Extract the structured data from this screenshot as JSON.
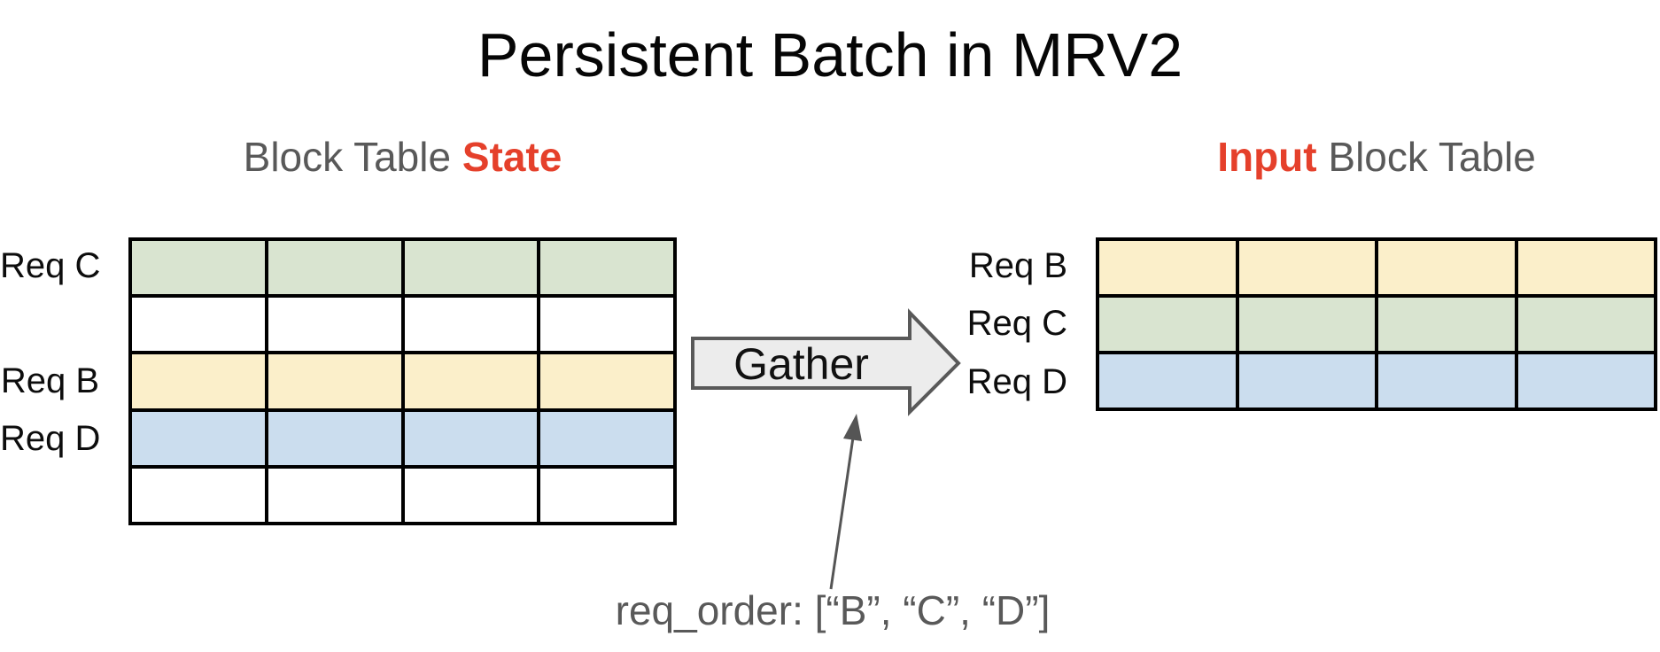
{
  "title": "Persistent Batch in MRV2",
  "colors": {
    "green": "#D9E4D0",
    "yellow": "#FBEFCA",
    "blue": "#CBDDEE",
    "white": "#FFFFFF",
    "highlight_red": "#E5402B",
    "heading_gray": "#595959",
    "arrow_fill": "#ECECEC",
    "arrow_stroke": "#595959",
    "table_border": "#000000"
  },
  "left_table": {
    "heading": {
      "prefix": "Block Table ",
      "highlight": "State"
    },
    "columns": 4,
    "rows": [
      {
        "label": "Req C",
        "color": "green"
      },
      {
        "label": "",
        "color": "white"
      },
      {
        "label": "Req B",
        "color": "yellow"
      },
      {
        "label": "Req D",
        "color": "blue"
      },
      {
        "label": "",
        "color": "white"
      }
    ]
  },
  "right_table": {
    "heading": {
      "highlight": "Input",
      "suffix": " Block Table"
    },
    "columns": 4,
    "rows": [
      {
        "label": "Req B",
        "color": "yellow"
      },
      {
        "label": "Req C",
        "color": "green"
      },
      {
        "label": "Req D",
        "color": "blue"
      }
    ]
  },
  "gather_arrow": {
    "label": "Gather"
  },
  "annotation": {
    "text": "req_order: [“B”, “C”, “D”]"
  }
}
